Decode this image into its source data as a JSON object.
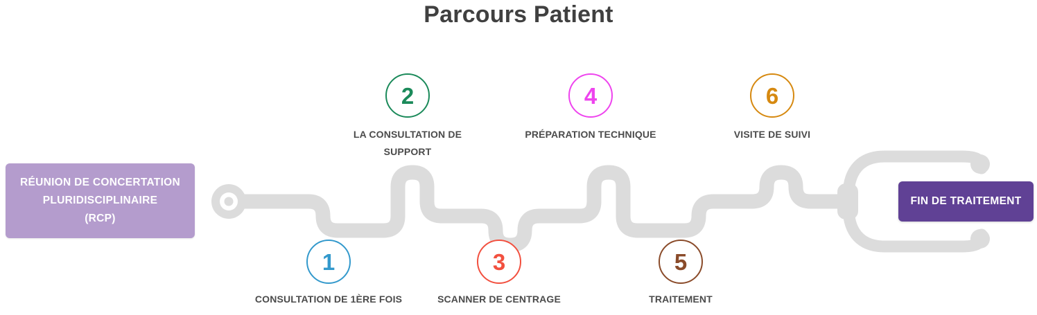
{
  "page": {
    "title": "Parcours Patient",
    "background": "#ffffff",
    "title_color": "#404040"
  },
  "graphic": {
    "name": "stethoscope-outline",
    "color": "#dcdcdc"
  },
  "start_box": {
    "label": "RÉUNION DE CONCERTATION PLURIDISCIPLINAIRE (RCP)",
    "line1": "RÉUNION DE CONCERTATION",
    "line2": "PLURIDISCIPLINAIRE",
    "line3": "(RCP)",
    "background": "#b49ccd",
    "text_color": "#ffffff"
  },
  "end_box": {
    "label": "FIN DE TRAITEMENT",
    "background": "#604195",
    "text_color": "#ffffff"
  },
  "steps": [
    {
      "number": "1",
      "label": "CONSULTATION DE 1ÈRE FOIS",
      "color": "#3399cc",
      "position": "below"
    },
    {
      "number": "2",
      "label": "LA CONSULTATION DE\nSUPPORT",
      "color": "#1b8a5a",
      "position": "above"
    },
    {
      "number": "3",
      "label": "SCANNER DE CENTRAGE",
      "color": "#f2503f",
      "position": "below"
    },
    {
      "number": "4",
      "label": "PRÉPARATION TECHNIQUE",
      "color": "#ee44ee",
      "position": "above"
    },
    {
      "number": "5",
      "label": "TRAITEMENT",
      "color": "#8a4b2a",
      "position": "below"
    },
    {
      "number": "6",
      "label": "VISITE DE SUIVI",
      "color": "#d68910",
      "position": "above"
    }
  ]
}
